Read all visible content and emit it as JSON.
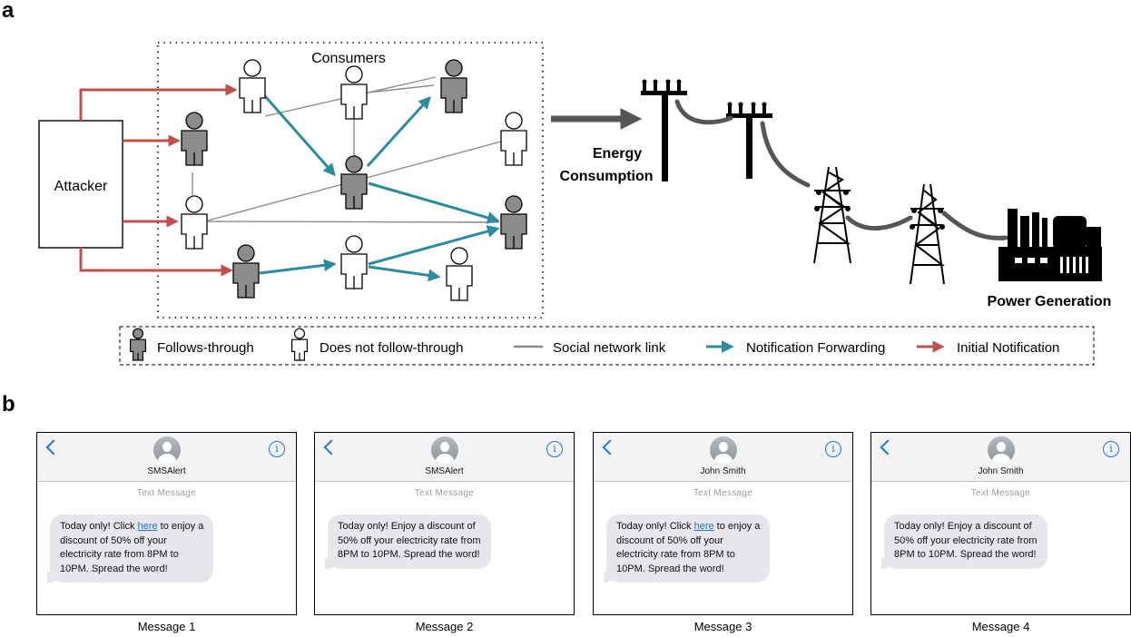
{
  "panel_a": {
    "letter": "a",
    "consumers_label": "Consumers",
    "attacker_label": "Attacker",
    "energy_label_line1": "Energy",
    "energy_label_line2": "Consumption",
    "power_label": "Power Generation",
    "legend": {
      "follows": "Follows-through",
      "not_follows": "Does not follow-through",
      "social_link": "Social network link",
      "forwarding": "Notification Forwarding",
      "initial": "Initial Notification"
    },
    "colors": {
      "initial_arrow": "#c0504d",
      "forward_arrow": "#2e8ba0",
      "social_link": "#8c8c8c",
      "follower_fill": "#8c8c8c",
      "infra": "#555555"
    }
  },
  "panel_b": {
    "letter": "b",
    "text_message_label": "Text Message",
    "phones": [
      {
        "sender": "SMSAlert",
        "pre": "Today only! Click ",
        "link": "here",
        "post": " to enjoy a discount of 50% off your electricity rate from 8PM to 10PM. Spread the word!",
        "caption": "Message 1"
      },
      {
        "sender": "SMSAlert",
        "pre": "Today only! Enjoy a discount of 50% off your electricity rate from 8PM to 10PM. Spread the word!",
        "link": "",
        "post": "",
        "caption": "Message 2"
      },
      {
        "sender": "John Smith",
        "pre": "Today only! Click ",
        "link": "here",
        "post": " to enjoy a discount of 50% off your electricity rate from 8PM to 10PM. Spread the word!",
        "caption": "Message 3"
      },
      {
        "sender": "John Smith",
        "pre": "Today only! Enjoy a discount of 50% off your electricity rate from 8PM to 10PM. Spread the word!",
        "link": "",
        "post": "",
        "caption": "Message 4"
      }
    ],
    "colors": {
      "ios_blue": "#1f74d8",
      "bubble": "#e6e6eb"
    }
  }
}
